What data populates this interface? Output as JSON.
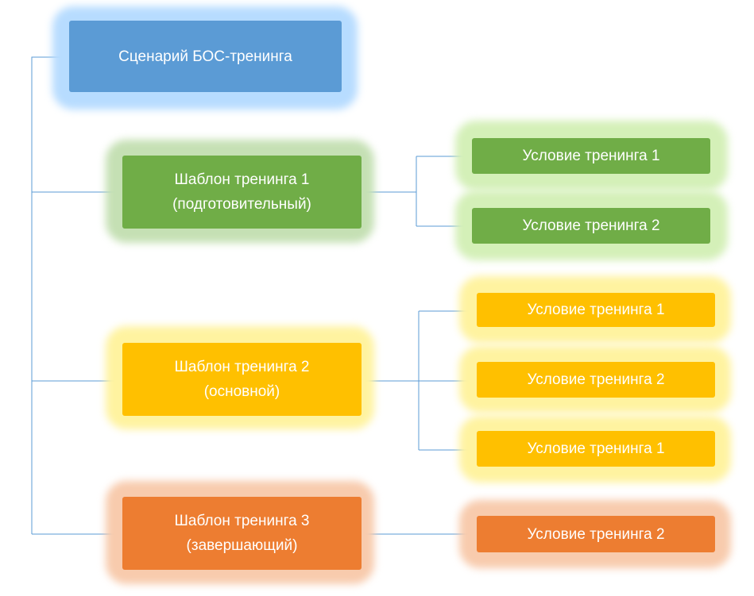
{
  "colors": {
    "root": "#5b9bd5",
    "root_glow": "#b7dcff",
    "green": "#70ad47",
    "green_glow": "#c5e0b4",
    "green_glow_light": "#d4f0b8",
    "yellow": "#ffc000",
    "yellow_glow": "#fff3a0",
    "orange": "#ed7d31",
    "orange_glow": "#f8cbad",
    "connector": "#5b9bd5"
  },
  "root": {
    "label": "Сценарий БОС-тренинга"
  },
  "templates": [
    {
      "label": "Шаблон тренинга 1\n(подготовительный)",
      "conditions": [
        "Условие тренинга 1",
        "Условие тренинга 2"
      ]
    },
    {
      "label": "Шаблон тренинга 2\n(основной)",
      "conditions": [
        "Условие тренинга 1",
        "Условие тренинга 2",
        "Условие тренинга 1"
      ]
    },
    {
      "label": "Шаблон тренинга 3\n(завершающий)",
      "conditions": [
        "Условие тренинга 2"
      ]
    }
  ]
}
